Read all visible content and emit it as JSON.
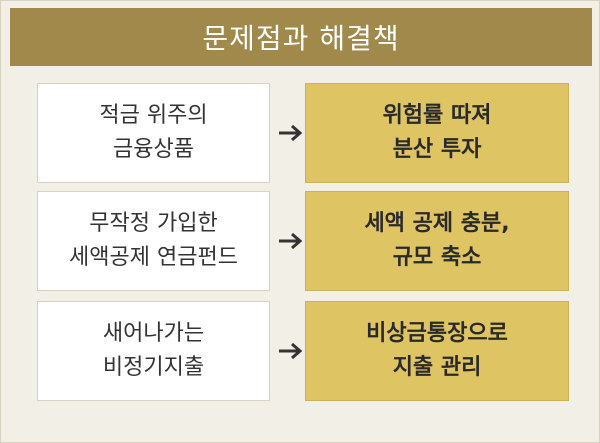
{
  "header": {
    "title": "문제점과 해결책"
  },
  "rows": [
    {
      "problem": [
        "적금 위주의",
        "금융상품"
      ],
      "solution": [
        "위험률 따져",
        "분산 투자"
      ]
    },
    {
      "problem": [
        "무작정 가입한",
        "세액공제 연금펀드"
      ],
      "solution": [
        "세액 공제 충분,",
        "규모 축소"
      ]
    },
    {
      "problem": [
        "새어나가는",
        "비정기지출"
      ],
      "solution": [
        "비상금통장으로",
        "지출 관리"
      ]
    }
  ],
  "colors": {
    "header_bg": "#a0894b",
    "panel_bg": "#f2efe6",
    "solution_bg": "#dfc463",
    "arrow": "#333333"
  },
  "icons": {
    "arrow": "arrow-right-icon"
  }
}
